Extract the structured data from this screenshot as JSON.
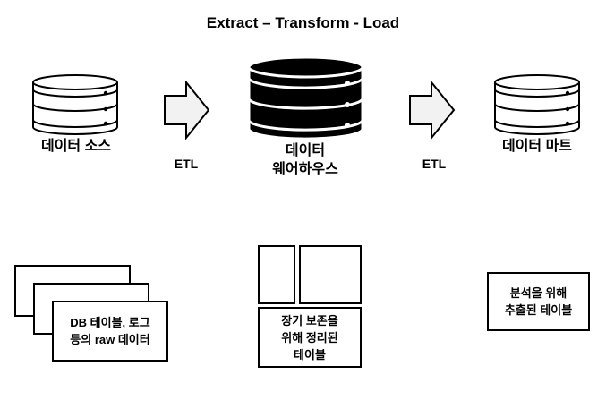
{
  "title": "Extract – Transform - Load",
  "stages": {
    "source": {
      "label": "데이터 소스"
    },
    "etl_1": {
      "label": "ETL"
    },
    "warehouse": {
      "label_line1": "데이터",
      "label_line2": "웨어하우스"
    },
    "etl_2": {
      "label": "ETL"
    },
    "mart": {
      "label": "데이터 마트"
    }
  },
  "descriptions": {
    "source": {
      "line1": "DB 테이블, 로그",
      "line2": "등의 raw 데이터"
    },
    "warehouse": {
      "line1": "장기 보존을",
      "line2": "위해 정리된",
      "line3": "테이블"
    },
    "mart": {
      "line1": "분석을 위해",
      "line2": "추출된 테이블"
    }
  },
  "colors": {
    "ink": "#000000",
    "arrow_fill": "#f2f2f2",
    "db_light": "#ffffff",
    "db_dark": "#000000"
  }
}
